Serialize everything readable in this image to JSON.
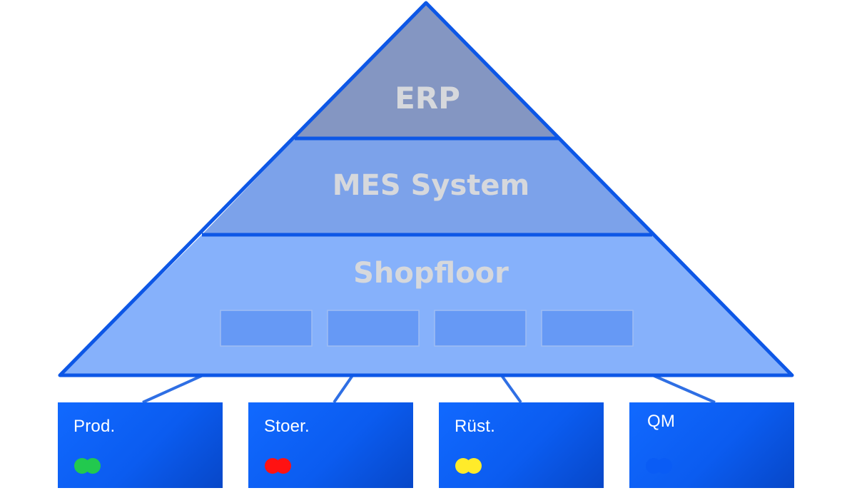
{
  "pyramid": {
    "layers": [
      {
        "label": "ERP",
        "color": "#8496c2"
      },
      {
        "label": "MES System",
        "color": "#7ca2ea"
      },
      {
        "label": "Shopfloor",
        "color": "#86b1fb"
      }
    ],
    "outline_color": "#0d57e6",
    "slot_count": 4,
    "slot_color": "#6699f5"
  },
  "modules": [
    {
      "label": "Prod.",
      "status_color": "#22c94e"
    },
    {
      "label": "Stoer.",
      "status_color": "#ff1212"
    },
    {
      "label": "Rüst.",
      "status_color": "#ffeb2a"
    },
    {
      "label": "QM",
      "status_color": "#0a5cf5"
    }
  ],
  "connector_color": "#2f6fe4"
}
